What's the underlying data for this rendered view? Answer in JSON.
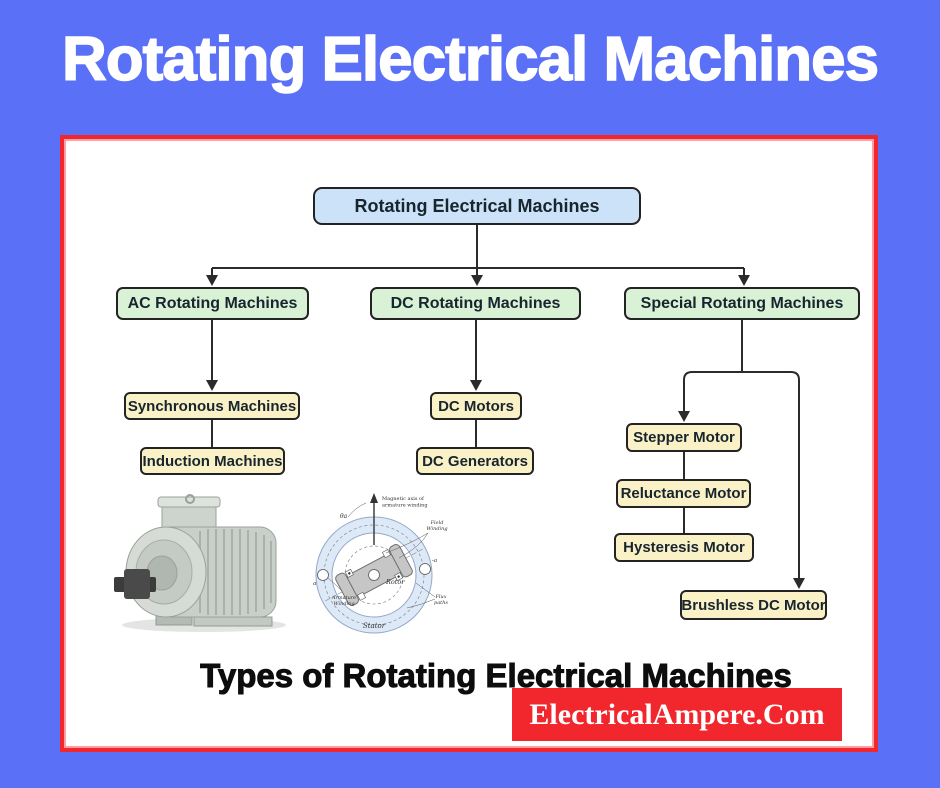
{
  "page": {
    "title": "Rotating Electrical Machines",
    "caption": "Types of Rotating Electrical Machines",
    "watermark": "ElectricalAmpere.Com"
  },
  "colors": {
    "background": "#5A70F7",
    "panel_border": "#F2262D",
    "root_fill": "#CCE2F8",
    "branch_fill": "#D9F2D6",
    "leaf_fill": "#FBF1C7",
    "line": "#2B2B2B",
    "banner": "#F2262D"
  },
  "tree": {
    "root": {
      "label": "Rotating Electrical Machines"
    },
    "branches": [
      {
        "label": "AC Rotating Machines",
        "children": [
          "Synchronous Machines",
          "Induction Machines"
        ]
      },
      {
        "label": "DC Rotating Machines",
        "children": [
          "DC Motors",
          "DC Generators"
        ]
      },
      {
        "label": "Special Rotating Machines",
        "children": [
          "Stepper Motor",
          "Reluctance Motor",
          "Hysteresis Motor",
          "Brushless DC Motor"
        ]
      }
    ]
  },
  "schematic": {
    "labels": {
      "magnetic_axis_1": "Magnetic axis of",
      "magnetic_axis_2": "armature winding",
      "theta": "θa",
      "field_winding_1": "Field",
      "field_winding_2": "Winding",
      "rotor": "Rotor",
      "armature_winding_1": "Armature",
      "armature_winding_2": "Winding",
      "flux_paths_1": "Flux",
      "flux_paths_2": "paths",
      "stator": "Stator",
      "conductor_a": "a",
      "conductor_minus_a": "-a"
    }
  }
}
